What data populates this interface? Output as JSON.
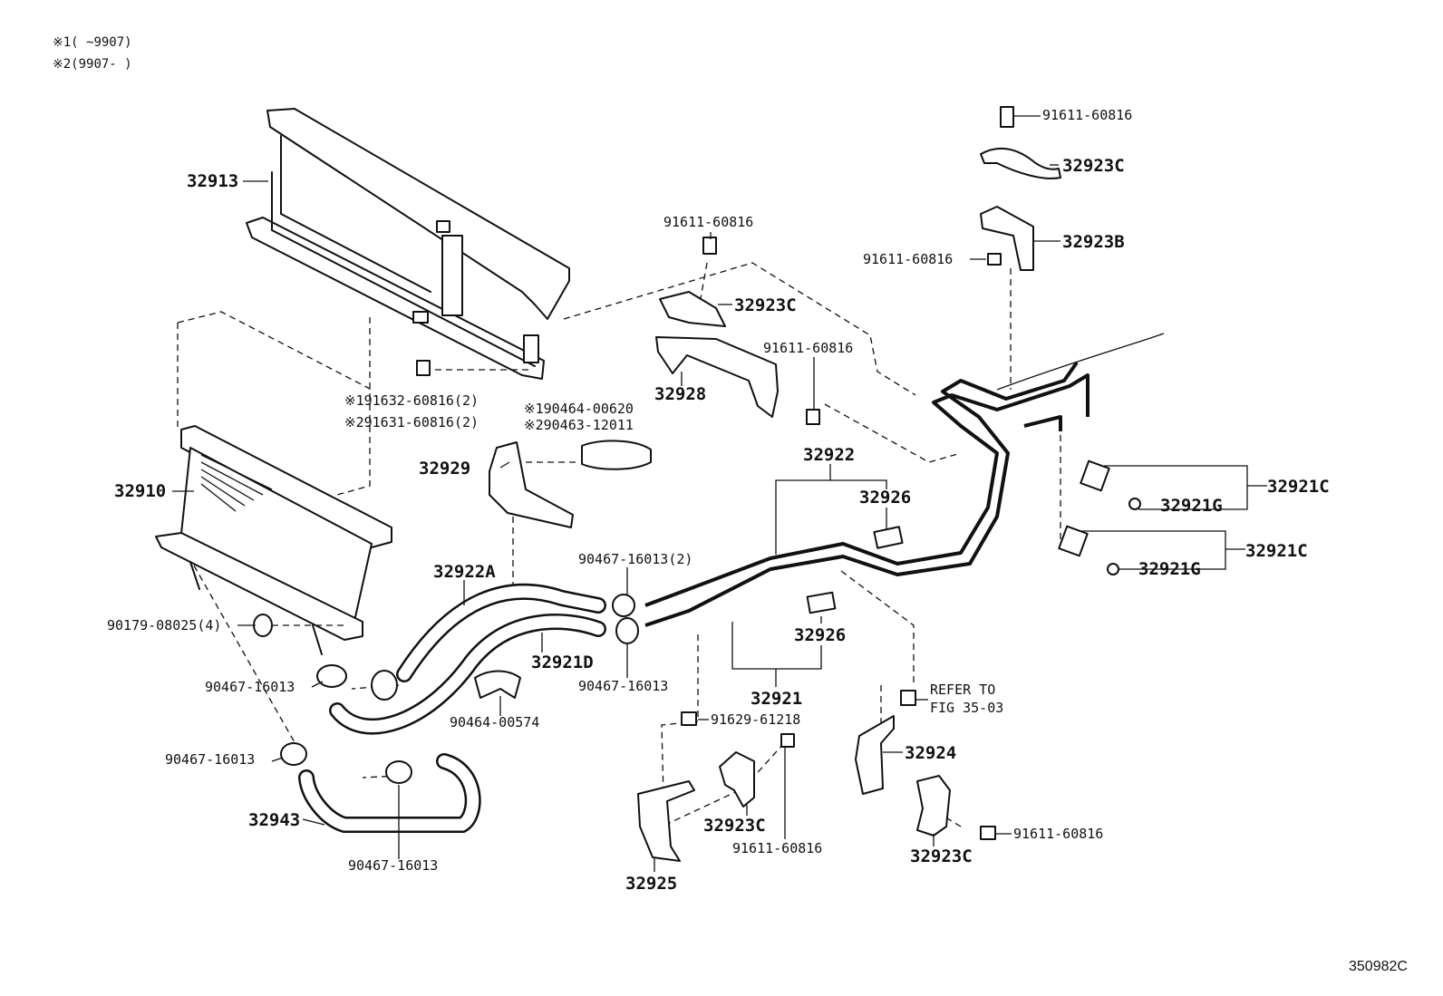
{
  "header_notes": [
    {
      "text": "※1(      ~9907)"
    },
    {
      "text": "※2(9907-      )"
    }
  ],
  "diagram_code": "350982C",
  "labels": {
    "p32913": "32913",
    "p32910": "32910",
    "p91632": "※191632-60816(2)",
    "p91631": "※291631-60816(2)",
    "p90464_620": "※190464-00620",
    "p90463": "※290463-12011",
    "p32929": "32929",
    "p32922A": "32922A",
    "p90179": "90179-08025(4)",
    "p90467_a": "90467-16013",
    "p90467_b": "90467-16013",
    "p32943": "32943",
    "p90467_c": "90467-16013",
    "p32921D": "32921D",
    "p90464_574": "90464-00574",
    "p90467_2": "90467-16013(2)",
    "p90467_d": "90467-16013",
    "p91611_top": "91611-60816",
    "p32923C_top": "32923C",
    "p32923B": "32923B",
    "p91611_b": "91611-60816",
    "p91611_c": "91611-60816",
    "p32923C_mid": "32923C",
    "p91611_d": "91611-60816",
    "p32928": "32928",
    "p32922": "32922",
    "p32926_a": "32926",
    "p32926_b": "32926",
    "p32921": "32921",
    "p32921C_a": "32921C",
    "p32921G_a": "32921G",
    "p32921C_b": "32921C",
    "p32921G_b": "32921G",
    "p91629": "91629-61218",
    "refer1": "REFER TO",
    "refer2": "FIG 35-03",
    "p32924": "32924",
    "p32923C_low": "32923C",
    "p91611_e": "91611-60816",
    "p91611_f": "91611-60816",
    "p32923C_br": "32923C",
    "p32925": "32925"
  }
}
